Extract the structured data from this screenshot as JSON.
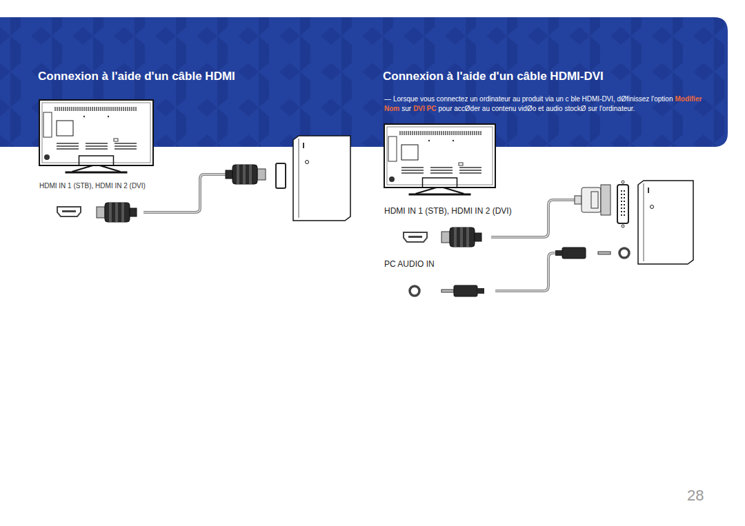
{
  "diagram": {
    "labels": [
      "Connexion à l'aide d'un câble HDMI",
      "Connexion à l'aide d'un câble HDMI-DVI",
      "―",
      "Lorsque vous connectez un ordinateur au produit via un c ble HDMI-DVI, dØfinissez l'option",
      "Modifier Nom",
      "sur",
      "DVI PC",
      "pour accØder au contenu vidØo et audio stockØ sur l'ordinateur.",
      "HDMI IN 1 (STB), HDMI IN 2 (DVI)",
      "HDMI IN 1 (STB), HDMI IN 2 (DVI)",
      "PC AUDIO IN",
      "28"
    ]
  }
}
